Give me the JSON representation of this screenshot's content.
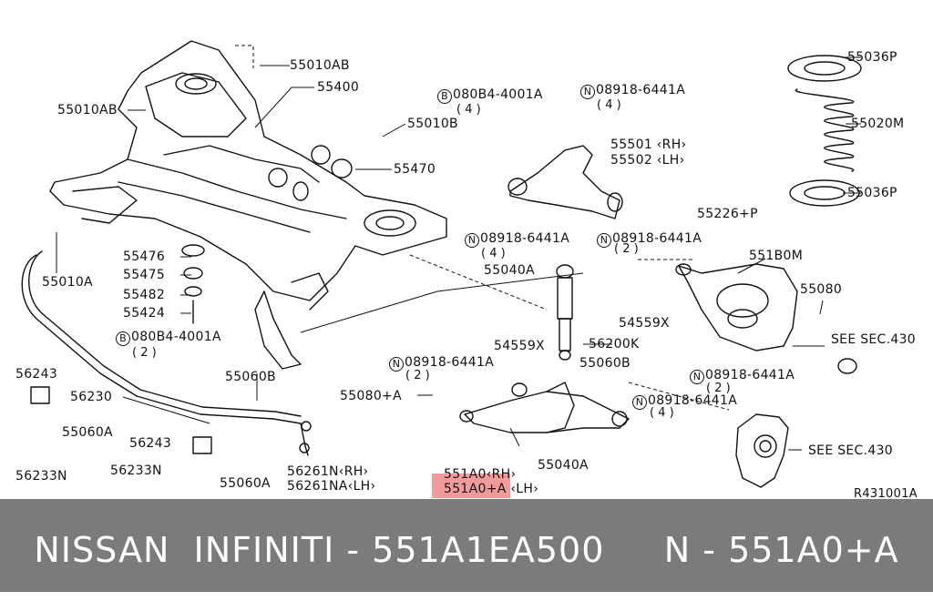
{
  "labels": {
    "l55010AB_top": "55010AB",
    "l55400": "55400",
    "l55010AB_left": "55010AB",
    "l55010B": "55010B",
    "l55470": "55470",
    "l55010A": "55010A",
    "l55476": "55476",
    "l55475": "55475",
    "l55482": "55482",
    "l55424": "55424",
    "lB_080B4_1": "080B4-4001A",
    "lB_080B4_1_qty": "( 2 )",
    "l55060B_left": "55060B",
    "l56243_top": "56243",
    "l56230": "56230",
    "l55060A_top": "55060A",
    "l56233N_left": "56233N",
    "l56243_mid": "56243",
    "l56233N_mid": "56233N",
    "l55060A_bottom": "55060A",
    "l56261N": "56261N‹RH›",
    "l56261NA": "56261NA‹LH›",
    "lB_080B4_2": "080B4-4001A",
    "lB_080B4_2_qty": "( 4 )",
    "lN_08918_top": "08918-6441A",
    "lN_08918_top_qty": "( 4 )",
    "l55501": "55501 ‹RH›",
    "l55502": "55502 ‹LH›",
    "l55036P_top": "55036P",
    "l55020M": "55020M",
    "l55036P_bottom": "55036P",
    "l55226P": "55226+P",
    "lN_08918_mid1": "08918-6441A",
    "lN_08918_mid1_qty": "( 4 )",
    "lN_08918_mid2": "08918-6441A",
    "lN_08918_mid2_qty": "( 2 )",
    "l55040A_top": "55040A",
    "l551B0M": "551B0M",
    "l55080": "55080",
    "l54559X_right": "54559X",
    "l54559X_left": "54559X",
    "l56200K": "56200K",
    "lSEE430_top": "SEE SEC.430",
    "lN_08918_low1": "08918-6441A",
    "lN_08918_low1_qty": "( 2 )",
    "l55060B_right": "55060B",
    "l55080A": "55080+A",
    "lN_08918_low2": "08918-6441A",
    "lN_08918_low2_qty": "( 2 )",
    "lN_08918_low3": "08918-6441A",
    "lN_08918_low3_qty": "( 4 )",
    "lSEE430_bottom": "SEE SEC.430",
    "l55040A_bottom": "55040A",
    "l551A0": "551A0‹RH›",
    "l551A0A": "551A0+A ‹LH›",
    "lRef": "R431001A",
    "circN": "N",
    "circB": "B"
  },
  "footer": {
    "brand": "NISSAN  INFINITI",
    "part_number": "551A1EA500",
    "catalog_code": "N - 551A0+A",
    "full": "NISSAN  INFINITI - 551A1EA500     N - 551A0+A"
  },
  "highlight_color": "#ee8a8a",
  "footer_bg": "#7b7b7b"
}
